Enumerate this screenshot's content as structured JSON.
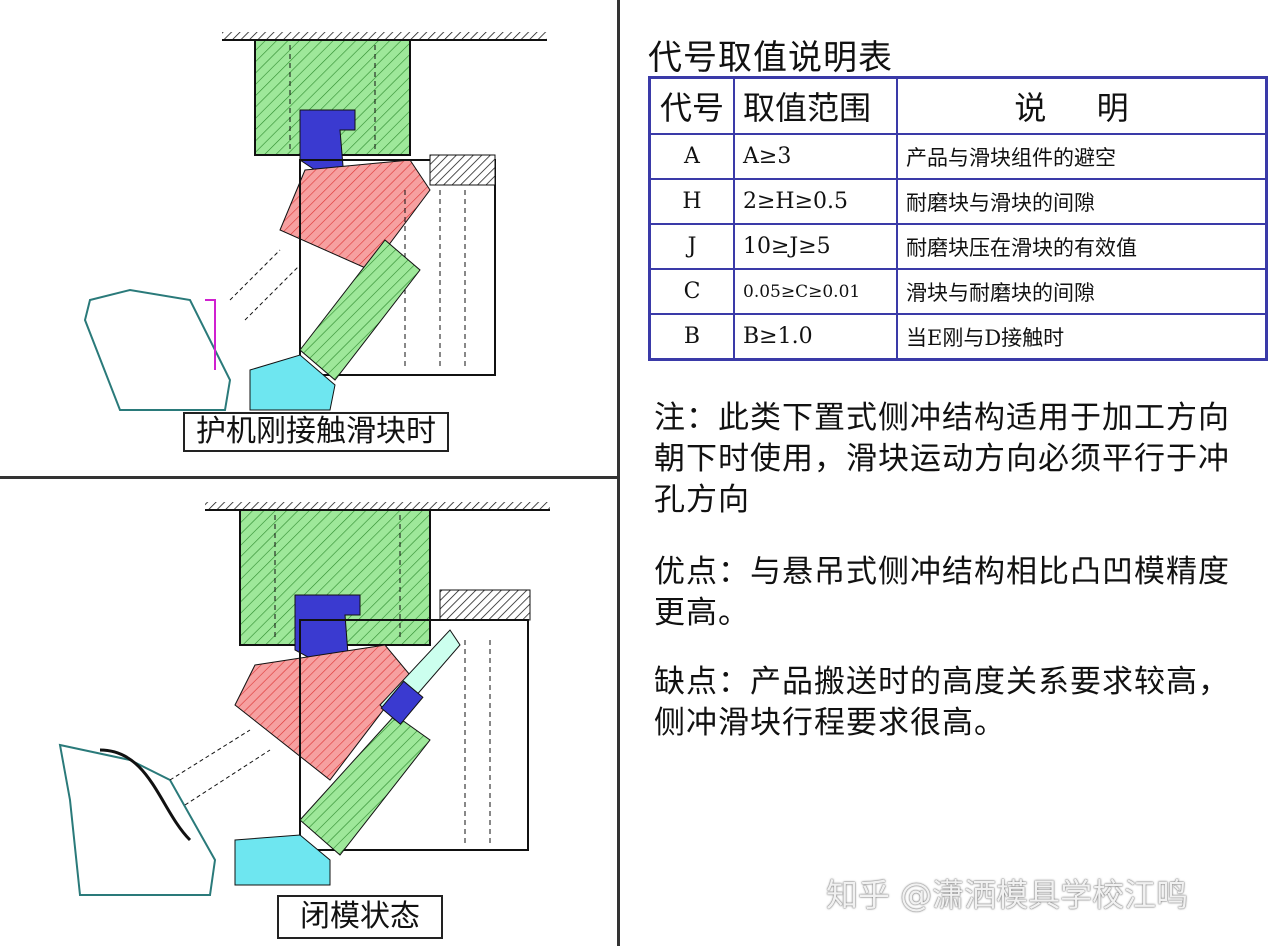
{
  "table": {
    "title": "代号取值说明表",
    "headers": [
      "代号",
      "取值范围",
      "说 明"
    ],
    "rows": [
      {
        "code": "A",
        "range": "A≥3",
        "desc": "产品与滑块组件的避空"
      },
      {
        "code": "H",
        "range": "2≥H≥0.5",
        "desc": "耐磨块与滑块的间隙"
      },
      {
        "code": "J",
        "range": "10≥J≥5",
        "desc": "耐磨块压在滑块的有效值"
      },
      {
        "code": "C",
        "range": "0.05≥C≥0.01",
        "desc": "滑块与耐磨块的间隙"
      },
      {
        "code": "B",
        "range": "B≥1.0",
        "desc": "当E刚与D接触时"
      }
    ]
  },
  "notes": {
    "note1": "注：此类下置式侧冲结构适用于加工方向朝下时使用，滑块运动方向必须平行于冲孔方向",
    "pros": "优点：与悬吊式侧冲结构相比凸凹模精度更高。",
    "cons": "缺点：产品搬送时的高度关系要求较高，侧冲滑块行程要求很高。"
  },
  "diagram_top": {
    "caption": "护机刚接触滑块时"
  },
  "diagram_bottom": {
    "caption": "闭模状态"
  },
  "watermark": "知乎 @潇洒模具学校江鸣",
  "colors": {
    "green": "#9ee89a",
    "red": "#f08a8a",
    "blue": "#3a3ad0",
    "cyan": "#6ee6f0",
    "table_border": "#3a3aa8"
  }
}
